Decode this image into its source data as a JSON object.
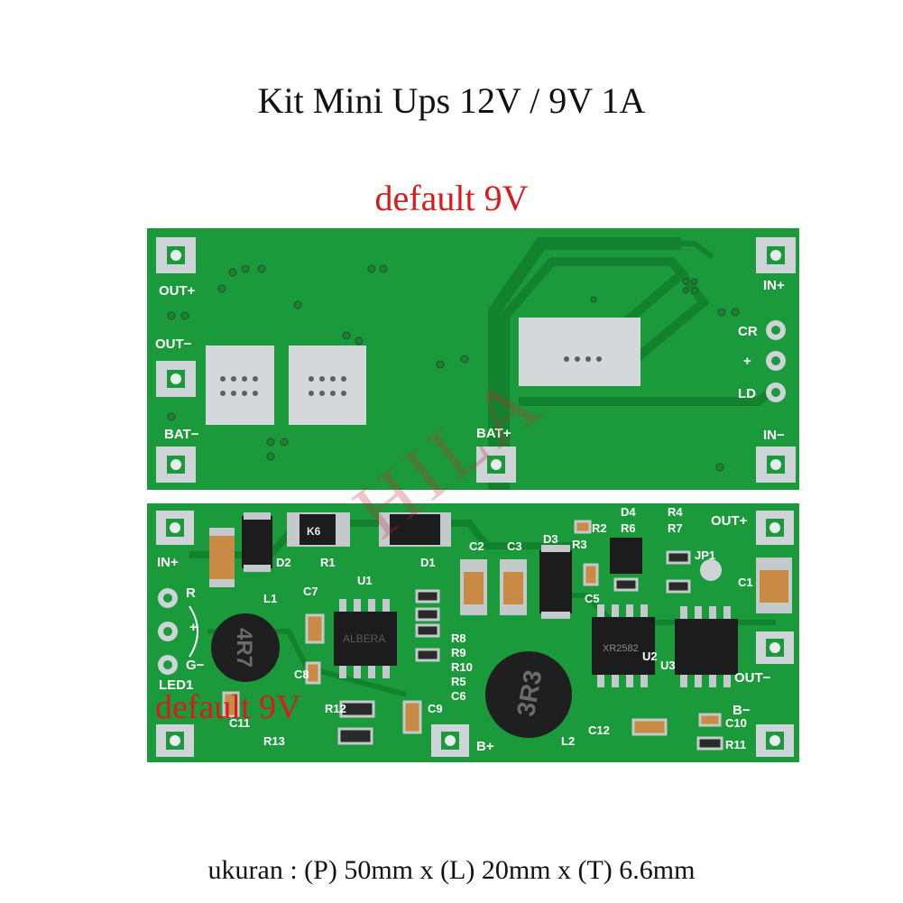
{
  "title": "Kit Mini Ups 12V / 9V 1A",
  "default_label_top": "default 9V",
  "default_label_bottom": "default 9V",
  "footer": "ukuran : (P) 50mm x (L) 20mm x (T) 6.6mm",
  "watermark": "HILA",
  "top_board": {
    "labels": [
      "OUT+",
      "OUT−",
      "BAT−",
      "BAT+",
      "IN+",
      "CR",
      "+",
      "LD",
      "IN−"
    ]
  },
  "bottom_board": {
    "labels": [
      "IN+",
      "R",
      "+",
      "G−",
      "LED1",
      "D2",
      "R1",
      "D1",
      "U1",
      "L1",
      "C1",
      "C2",
      "C3",
      "D3",
      "D4",
      "R2",
      "R3",
      "R4",
      "R6",
      "R7",
      "R8",
      "R9",
      "R10",
      "R5",
      "C6",
      "C5",
      "C7",
      "C8",
      "C9",
      "C11",
      "C12",
      "C10",
      "R11",
      "R12",
      "R13",
      "B+",
      "L2",
      "JP1",
      "U2",
      "U3",
      "OUT+",
      "OUT−",
      "B−"
    ],
    "chip_marks": [
      "ALBERA",
      "XR2582",
      "4R7",
      "3R3"
    ]
  },
  "colors": {
    "pcb": "#1a9a3a",
    "pcb_dark": "#128030",
    "trace": "#0d6f26",
    "pad": "#c9cfd3",
    "red_text": "#d81b1b"
  }
}
